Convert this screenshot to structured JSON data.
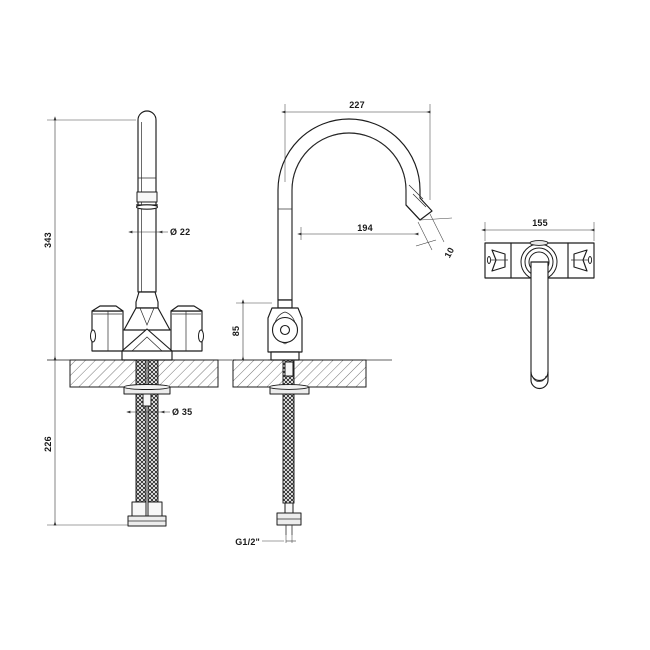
{
  "drawing": {
    "title": "Faucet technical drawing",
    "type": "engineering-dimension-drawing",
    "background_color": "#ffffff",
    "line_color": "#1c1c1c",
    "text_color": "#1a1a1a",
    "views": [
      {
        "id": "front-view",
        "name": "front-elevation",
        "description": "Two handle mixer front view"
      },
      {
        "id": "side-view",
        "name": "side-elevation",
        "description": "Gooseneck spout side view"
      },
      {
        "id": "top-view",
        "name": "top-plan",
        "description": "Plan view of body and spout"
      }
    ]
  },
  "dimensions": {
    "front_height_total": "343",
    "front_below_counter": "226",
    "spout_tube_diameter": "Ø 22",
    "shank_diameter": "Ø 35",
    "side_reach_total": "227",
    "side_projection": "194",
    "side_outlet_offset": "10",
    "side_handle_height": "85",
    "top_width": "155",
    "thread_size": "G1/2\""
  },
  "labels": {
    "d343": "343",
    "d226": "226",
    "d22": "Ø 22",
    "d35": "Ø 35",
    "d227": "227",
    "d194": "194",
    "d10": "10",
    "d85": "85",
    "d155": "155",
    "g12": "G1/2\""
  }
}
